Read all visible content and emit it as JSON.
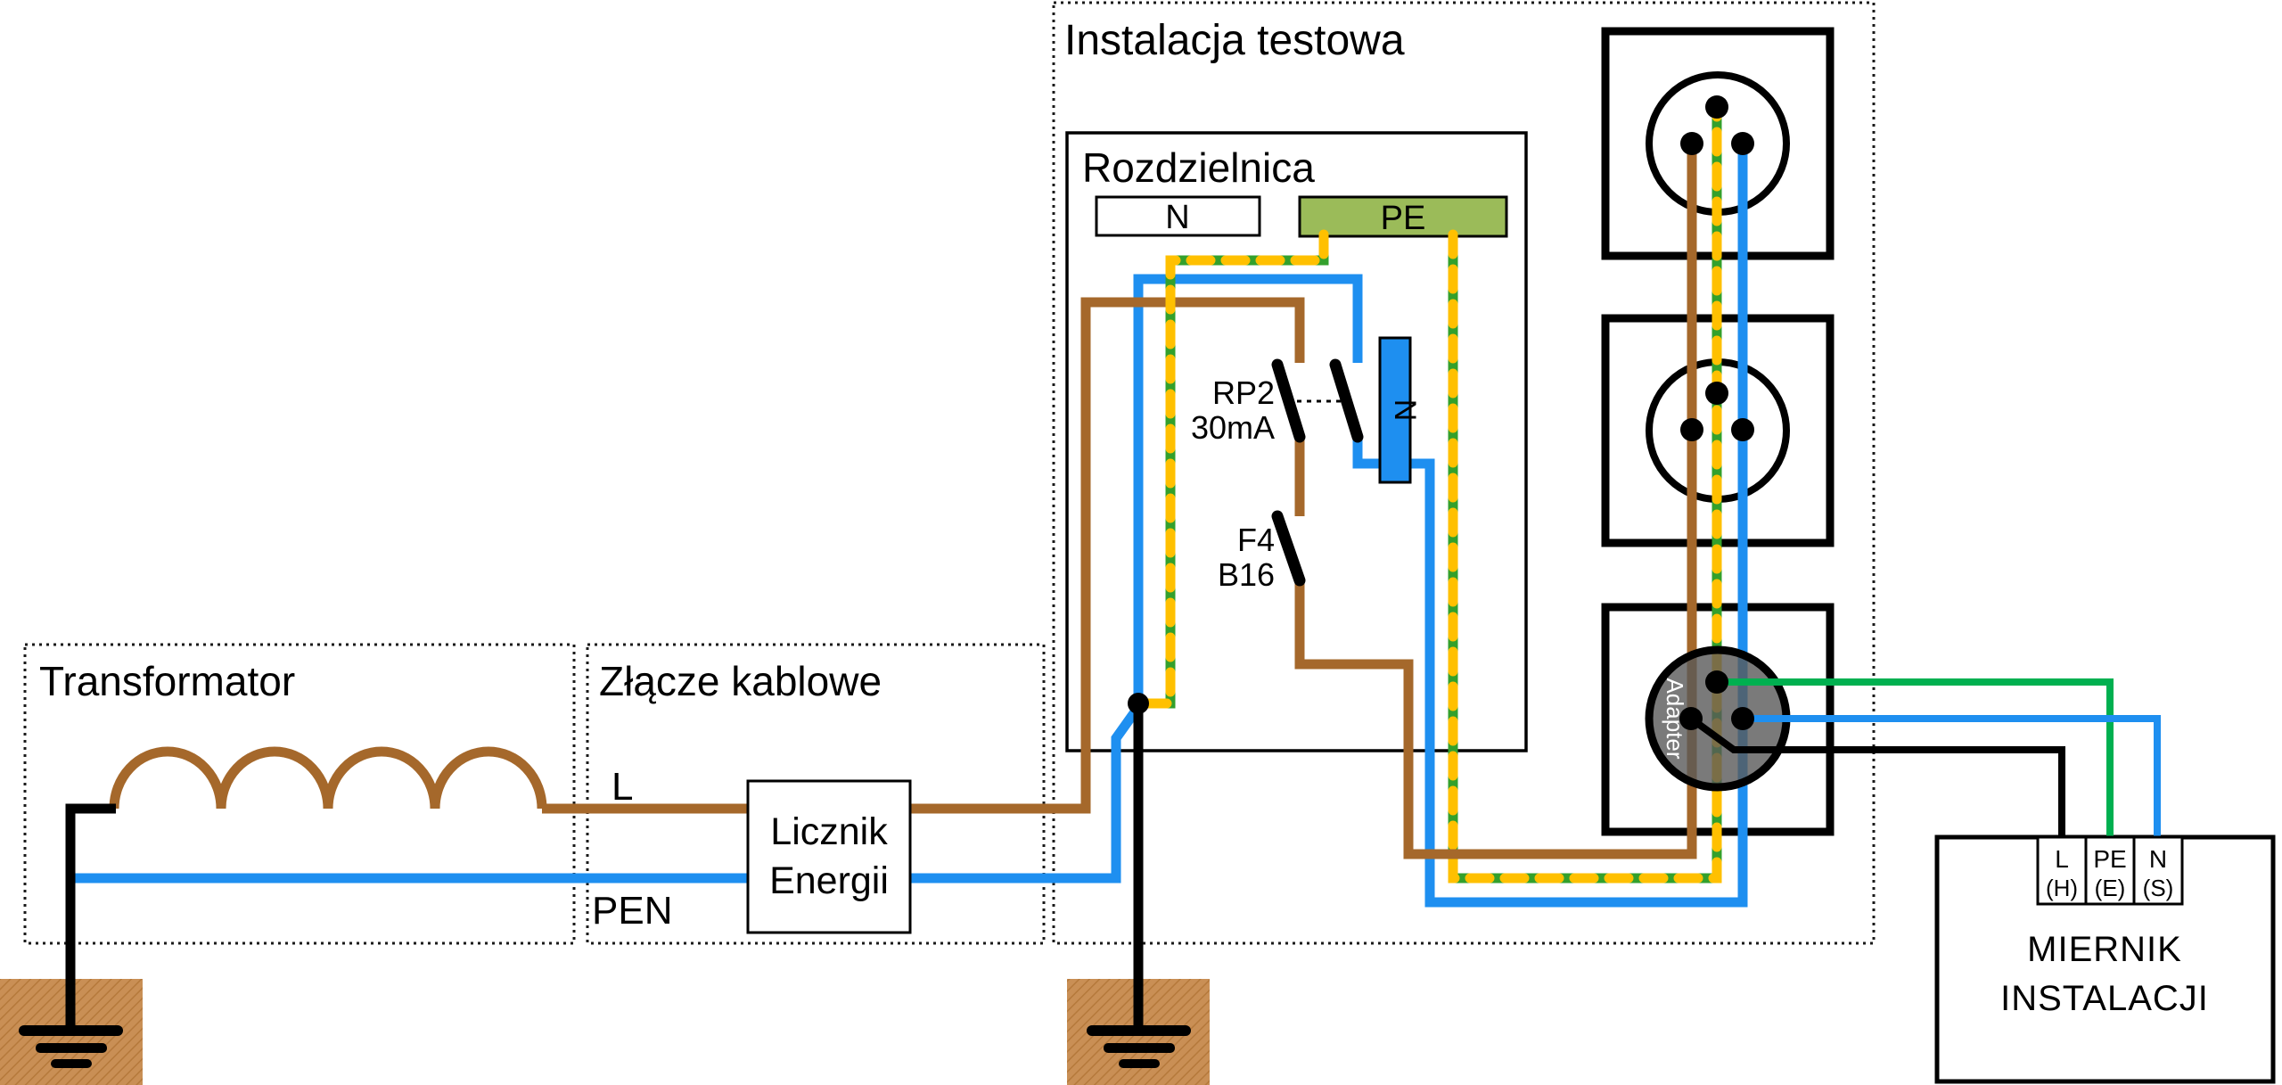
{
  "regions": {
    "transformator": {
      "label": "Transformator"
    },
    "zlacze_kablowe": {
      "label": "Złącze kablowe",
      "line_label": "L",
      "pen_label": "PEN",
      "energy_meter": {
        "line1": "Licznik",
        "line2": "Energii"
      }
    },
    "instalacja_testowa": {
      "label": "Instalacja testowa",
      "rozdzielnica": {
        "label": "Rozdzielnica",
        "n_bus_label": "N",
        "pe_bus_label": "PE",
        "rcd_line1": "RP2",
        "rcd_line2": "30mA",
        "breaker_line1": "F4",
        "breaker_line2": "B16",
        "n_block_label": "N"
      },
      "adapter_label": "Adapter"
    },
    "miernik": {
      "line1": "MIERNIK",
      "line2": "INSTALACJI",
      "terminals": [
        {
          "label": "L",
          "sub": "(H)"
        },
        {
          "label": "PE",
          "sub": "(E)"
        },
        {
          "label": "N",
          "sub": "(S)"
        }
      ]
    }
  },
  "colors": {
    "line_brown": "#A5682B",
    "neutral_blue": "#1E8FF0",
    "pe_green": "#33A02C",
    "pe_yellow": "#FFC000",
    "pe_bus_fill": "#9BBB59",
    "meter_pe_wire": "#00B050",
    "adapter_gray": "#595959",
    "earth_brown": "#C98F55"
  }
}
